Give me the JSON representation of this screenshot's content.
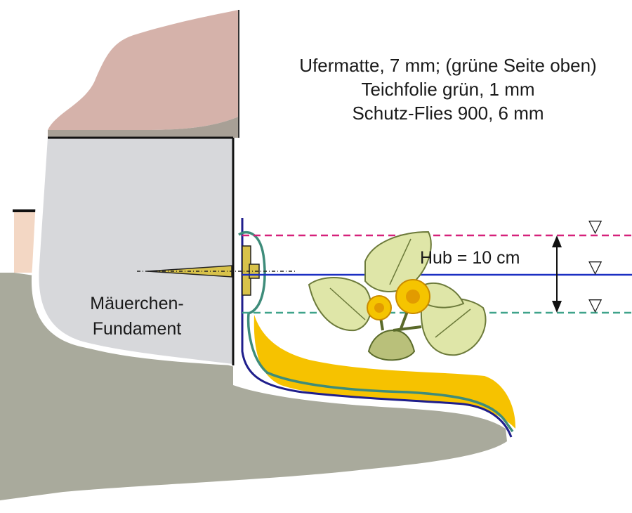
{
  "legend": {
    "line1": "Ufermatte, 7 mm; (grüne Seite oben)",
    "line2": "Teichfolie grün, 1 mm",
    "line3": "Schutz-Flies 900, 6 mm"
  },
  "labels": {
    "foundation_line1": "Mäuerchen-",
    "foundation_line2": "Fundament",
    "lift": "Hub = 10 cm"
  },
  "water_markers": {
    "high": "▽",
    "normal": "▽",
    "low": "▽"
  },
  "colors": {
    "ground": "#a9aa9c",
    "wall_stone": "#d7d8db",
    "coping_stone": "#d5b2aa",
    "coping_shadow": "#a8a096",
    "left_block": "#f3d7c4",
    "sand_bed": "#f6c200",
    "fleece_line": "#1f1e8c",
    "liner_line": "#3e8c7a",
    "water_high_line": "#d6217a",
    "water_normal_line": "#1b2fc2",
    "water_low_line": "#3fa38a",
    "anchor": "#d8c24a",
    "leaf": "#dfe6a8",
    "leaf_vein": "#6c7a3a",
    "flower": "#f5c400",
    "flower_center": "#e29b00"
  }
}
